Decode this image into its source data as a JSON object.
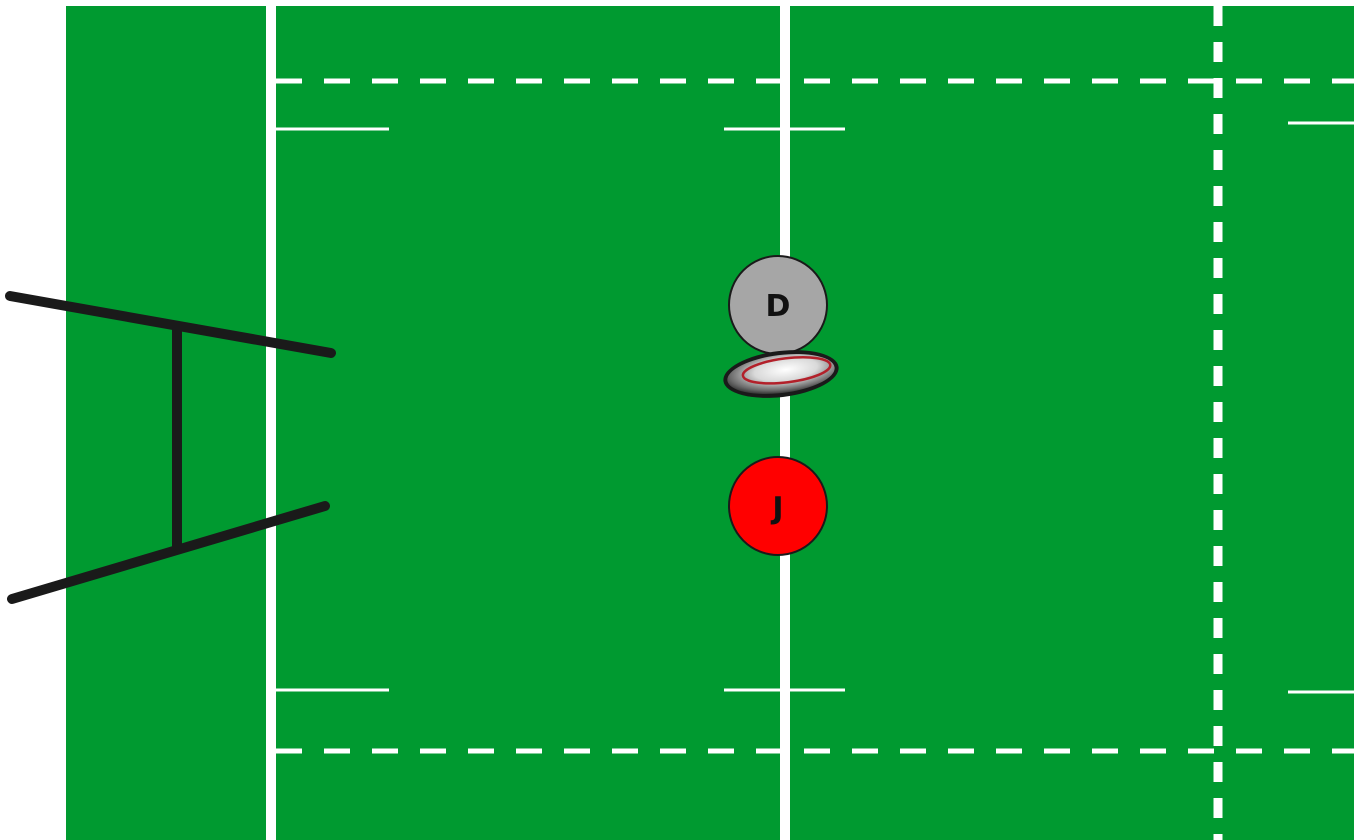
{
  "colors": {
    "pitch": "#009A30",
    "lines": "#FFFFFF",
    "goalposts": "#1A1A1A",
    "defender": "#A6A6A6",
    "attacker": "#FF0000",
    "token_outline": "#1A1A1A",
    "ball_seam": "#B3202A"
  },
  "pitch": {
    "icon": "rugby-field"
  },
  "goalposts": {
    "icon": "rugby-goalposts"
  },
  "ball": {
    "icon": "rugby-ball-icon"
  },
  "players": [
    {
      "label": "D",
      "role": "defender",
      "color": "#A6A6A6"
    },
    {
      "label": "J",
      "role": "attacker",
      "color": "#FF0000"
    }
  ]
}
